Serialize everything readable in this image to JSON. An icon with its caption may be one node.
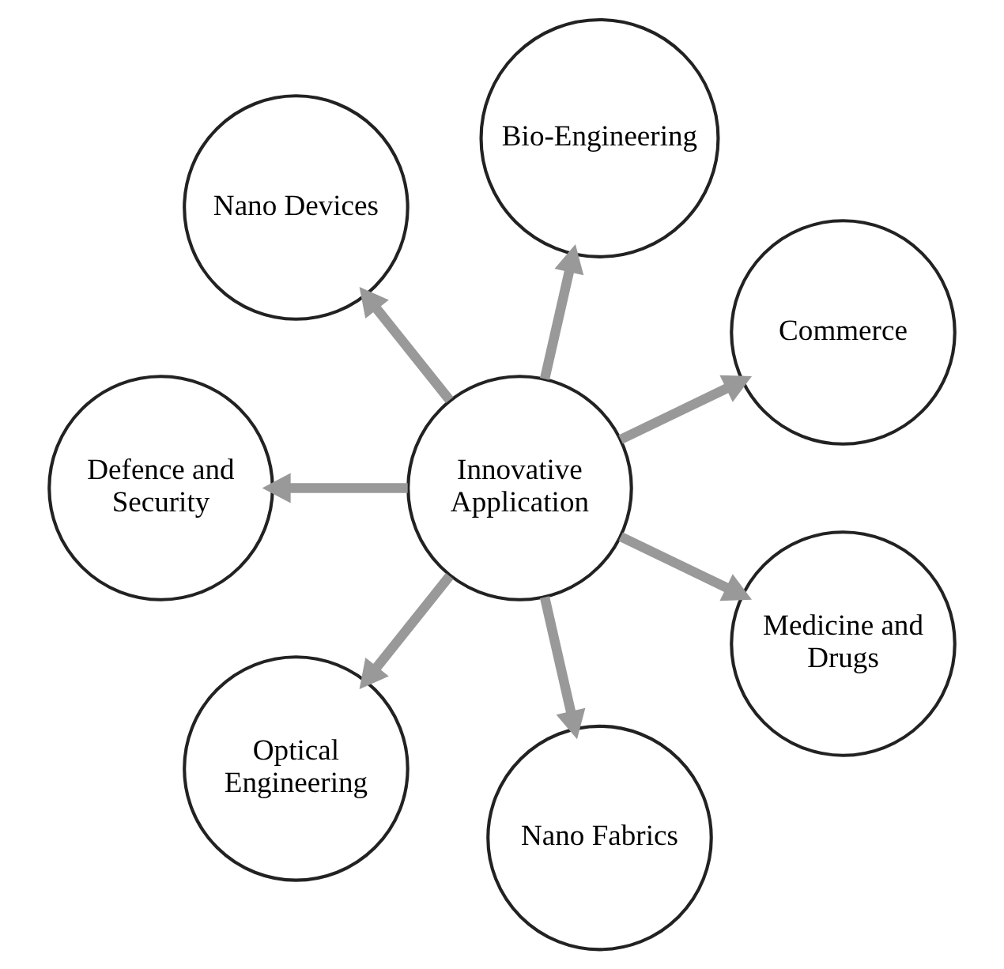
{
  "diagram": {
    "nodes": [
      {
        "text": [
          "Innovative Application"
        ]
      },
      {
        "text": [
          "Commerce"
        ]
      },
      {
        "text": [
          "Bio-Engineering"
        ]
      },
      {
        "text": [
          "Nano Devices"
        ]
      },
      {
        "text": [
          "Defence and Security"
        ]
      },
      {
        "text": [
          "Optical Engineering"
        ]
      },
      {
        "text": [
          "Nano Fabrics"
        ]
      },
      {
        "text": [
          "Medicine and Drugs"
        ]
      }
    ],
    "edges": [
      {
        "from": 0,
        "to": 1,
        "arrow": "to"
      },
      {
        "from": 0,
        "to": 2,
        "arrow": "to"
      },
      {
        "from": 0,
        "to": 3,
        "arrow": "to"
      },
      {
        "from": 0,
        "to": 4,
        "arrow": "to"
      },
      {
        "from": 0,
        "to": 5,
        "arrow": "to"
      },
      {
        "from": 0,
        "to": 6,
        "arrow": "to"
      },
      {
        "from": 0,
        "to": 7,
        "arrow": "to"
      }
    ]
  }
}
